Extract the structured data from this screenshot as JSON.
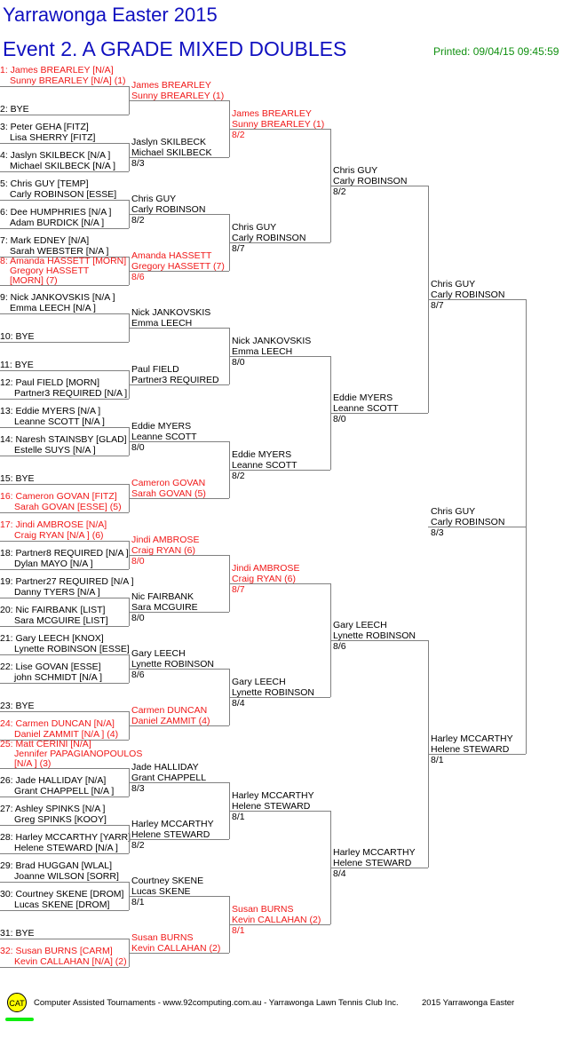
{
  "header": {
    "tournament_title": "Yarrawonga Easter 2015",
    "event_title": "Event 2. A GRADE MIXED DOUBLES",
    "printed": "Printed: 09/04/15 09:45:59"
  },
  "colors": {
    "title": "#1010c0",
    "seed": "#f01818",
    "printed": "#109010",
    "lines": "#808080"
  },
  "draw": [
    {
      "num": "1:",
      "line1": "James BREARLEY [N/A]",
      "line2": "Sunny BREARLEY [N/A] (1)",
      "seeded": true
    },
    {
      "num": "2:",
      "line1": "",
      "line2": "BYE",
      "seeded": false,
      "bye": true
    },
    {
      "num": "3:",
      "line1": "Peter GEHA [FITZ]",
      "line2": "Lisa SHERRY [FITZ]",
      "seeded": false
    },
    {
      "num": "4:",
      "line1": "Jaslyn SKILBECK [N/A ]",
      "line2": "Michael SKILBECK [N/A ]",
      "seeded": false
    },
    {
      "num": "5:",
      "line1": "Chris GUY [TEMP]",
      "line2": "Carly ROBINSON [ESSE]",
      "seeded": false
    },
    {
      "num": "6:",
      "line1": "Dee HUMPHRIES [N/A ]",
      "line2": "Adam BURDICK [N/A ]",
      "seeded": false
    },
    {
      "num": "7:",
      "line1": "Mark EDNEY [N/A]",
      "line2": "Sarah WEBSTER [N/A ]",
      "seeded": false
    },
    {
      "num": "8:",
      "line1": "Amanda HASSETT [MORN]",
      "line2": "Gregory HASSETT [MORN] (7)",
      "seeded": true
    },
    {
      "num": "9:",
      "line1": "Nick JANKOVSKIS [N/A ]",
      "line2": "Emma LEECH [N/A ]",
      "seeded": false
    },
    {
      "num": "10:",
      "line1": "",
      "line2": "BYE",
      "seeded": false,
      "bye": true
    },
    {
      "num": "11:",
      "line1": "",
      "line2": "BYE",
      "seeded": false,
      "bye": true
    },
    {
      "num": "12:",
      "line1": "Paul FIELD [MORN]",
      "line2": "Partner3 REQUIRED [N/A ]",
      "seeded": false
    },
    {
      "num": "13:",
      "line1": "Eddie MYERS [N/A ]",
      "line2": "Leanne SCOTT [N/A ]",
      "seeded": false
    },
    {
      "num": "14:",
      "line1": "Naresh STAINSBY [GLAD]",
      "line2": "Estelle SUYS [N/A ]",
      "seeded": false
    },
    {
      "num": "15:",
      "line1": "",
      "line2": "BYE",
      "seeded": false,
      "bye": true
    },
    {
      "num": "16:",
      "line1": "Cameron GOVAN [FITZ]",
      "line2": "Sarah GOVAN [ESSE] (5)",
      "seeded": true
    },
    {
      "num": "17:",
      "line1": "Jindi AMBROSE [N/A]",
      "line2": "Craig RYAN [N/A ] (6)",
      "seeded": true
    },
    {
      "num": "18:",
      "line1": "Partner8 REQUIRED [N/A ]",
      "line2": "Dylan MAYO [N/A ]",
      "seeded": false
    },
    {
      "num": "19:",
      "line1": "Partner27 REQUIRED [N/A ]",
      "line2": "Danny TYERS [N/A ]",
      "seeded": false
    },
    {
      "num": "20:",
      "line1": "Nic FAIRBANK [LIST]",
      "line2": "Sara MCGUIRE [LIST]",
      "seeded": false
    },
    {
      "num": "21:",
      "line1": "Gary LEECH [KNOX]",
      "line2": "Lynette ROBINSON [ESSE]",
      "seeded": false
    },
    {
      "num": "22:",
      "line1": "Lise GOVAN [ESSE]",
      "line2": "john SCHMIDT [N/A ]",
      "seeded": false
    },
    {
      "num": "23:",
      "line1": "",
      "line2": "BYE",
      "seeded": false,
      "bye": true
    },
    {
      "num": "24:",
      "line1": "Carmen DUNCAN [N/A]",
      "line2": "Daniel ZAMMIT [N/A ] (4)",
      "seeded": true
    },
    {
      "num": "25:",
      "line1": "Matt CERINI [N/A]",
      "line2": "Jennifer PAPAGIANOPOULOS [N/A ] (3)",
      "seeded": true
    },
    {
      "num": "26:",
      "line1": "Jade HALLIDAY [N/A]",
      "line2": "Grant CHAPPELL [N/A ]",
      "seeded": false
    },
    {
      "num": "27:",
      "line1": "Ashley SPINKS [N/A ]",
      "line2": "Greg SPINKS [KOOY]",
      "seeded": false
    },
    {
      "num": "28:",
      "line1": "Harley MCCARTHY [YARR]",
      "line2": "Helene STEWARD [N/A ]",
      "seeded": false
    },
    {
      "num": "29:",
      "line1": "Brad HUGGAN [WLAL]",
      "line2": "Joanne WILSON [SORR]",
      "seeded": false
    },
    {
      "num": "30:",
      "line1": "Courtney SKENE [DROM]",
      "line2": "Lucas SKENE [DROM]",
      "seeded": false
    },
    {
      "num": "31:",
      "line1": "",
      "line2": "BYE",
      "seeded": false,
      "bye": true
    },
    {
      "num": "32:",
      "line1": "Susan BURNS [CARM]",
      "line2": "Kevin CALLAHAN [N/A] (2)",
      "seeded": true
    }
  ],
  "rounds": [
    [
      {
        "line1": "James BREARLEY",
        "line2": "Sunny BREARLEY (1)",
        "score": "",
        "seeded": true
      },
      {
        "line1": "Jaslyn SKILBECK",
        "line2": "Michael SKILBECK",
        "score": "8/3",
        "seeded": false
      },
      {
        "line1": "Chris GUY",
        "line2": "Carly ROBINSON",
        "score": "8/2",
        "seeded": false
      },
      {
        "line1": "Amanda HASSETT",
        "line2": "Gregory HASSETT (7)",
        "score": "8/6",
        "seeded": true
      },
      {
        "line1": "Nick JANKOVSKIS",
        "line2": "Emma LEECH",
        "score": "",
        "seeded": false
      },
      {
        "line1": "Paul FIELD",
        "line2": "Partner3 REQUIRED",
        "score": "",
        "seeded": false
      },
      {
        "line1": "Eddie MYERS",
        "line2": "Leanne SCOTT",
        "score": "8/0",
        "seeded": false
      },
      {
        "line1": "Cameron GOVAN",
        "line2": "Sarah GOVAN (5)",
        "score": "",
        "seeded": true
      },
      {
        "line1": "Jindi AMBROSE",
        "line2": "Craig RYAN (6)",
        "score": "8/0",
        "seeded": true
      },
      {
        "line1": "Nic FAIRBANK",
        "line2": "Sara MCGUIRE",
        "score": "8/0",
        "seeded": false
      },
      {
        "line1": "Gary LEECH",
        "line2": "Lynette ROBINSON",
        "score": "8/6",
        "seeded": false
      },
      {
        "line1": "Carmen DUNCAN",
        "line2": "Daniel ZAMMIT (4)",
        "score": "",
        "seeded": true
      },
      {
        "line1": "Jade HALLIDAY",
        "line2": "Grant CHAPPELL",
        "score": "8/3",
        "seeded": false
      },
      {
        "line1": "Harley MCCARTHY",
        "line2": "Helene STEWARD",
        "score": "8/2",
        "seeded": false
      },
      {
        "line1": "Courtney SKENE",
        "line2": "Lucas SKENE",
        "score": "8/1",
        "seeded": false
      },
      {
        "line1": "Susan BURNS",
        "line2": "Kevin CALLAHAN (2)",
        "score": "",
        "seeded": true
      }
    ],
    [
      {
        "line1": "James BREARLEY",
        "line2": "Sunny BREARLEY (1)",
        "score": "8/2",
        "seeded": true
      },
      {
        "line1": "Chris GUY",
        "line2": "Carly ROBINSON",
        "score": "8/7",
        "seeded": false
      },
      {
        "line1": "Nick JANKOVSKIS",
        "line2": "Emma LEECH",
        "score": "8/0",
        "seeded": false
      },
      {
        "line1": "Eddie MYERS",
        "line2": "Leanne SCOTT",
        "score": "8/2",
        "seeded": false
      },
      {
        "line1": "Jindi AMBROSE",
        "line2": "Craig RYAN (6)",
        "score": "8/7",
        "seeded": true
      },
      {
        "line1": "Gary LEECH",
        "line2": "Lynette ROBINSON",
        "score": "8/4",
        "seeded": false
      },
      {
        "line1": "Harley MCCARTHY",
        "line2": "Helene STEWARD",
        "score": "8/1",
        "seeded": false
      },
      {
        "line1": "Susan BURNS",
        "line2": "Kevin CALLAHAN (2)",
        "score": "8/1",
        "seeded": true
      }
    ],
    [
      {
        "line1": "Chris GUY",
        "line2": "Carly ROBINSON",
        "score": "8/2",
        "seeded": false
      },
      {
        "line1": "Eddie MYERS",
        "line2": "Leanne SCOTT",
        "score": "8/0",
        "seeded": false
      },
      {
        "line1": "Gary LEECH",
        "line2": "Lynette ROBINSON",
        "score": "8/6",
        "seeded": false
      },
      {
        "line1": "Harley MCCARTHY",
        "line2": "Helene STEWARD",
        "score": "8/4",
        "seeded": false
      }
    ],
    [
      {
        "line1": "Chris GUY",
        "line2": "Carly ROBINSON",
        "score": "8/7",
        "seeded": false
      },
      {
        "line1": "Harley MCCARTHY",
        "line2": "Helene STEWARD",
        "score": "8/1",
        "seeded": false
      }
    ],
    [
      {
        "line1": "Chris GUY",
        "line2": "Carly ROBINSON",
        "score": "8/3",
        "seeded": false
      }
    ]
  ],
  "footer": {
    "logo_text": "CAT",
    "credits": "Computer Assisted Tournaments - www.92computing.com.au -  Yarrawonga Lawn Tennis Club Inc.",
    "event_name": "2015 Yarrawonga Easter"
  }
}
